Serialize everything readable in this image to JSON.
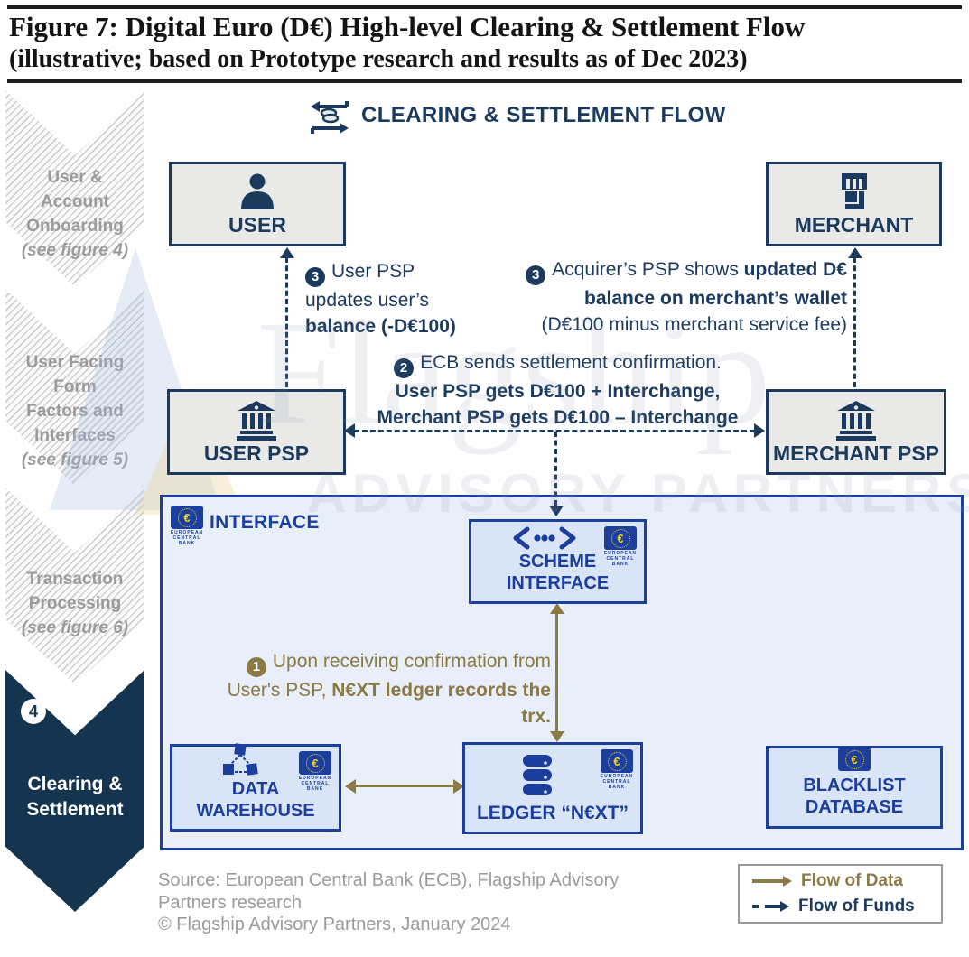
{
  "title": {
    "line1": "Figure 7: Digital Euro (D€) High-level Clearing & Settlement Flow",
    "line2": "(illustrative; based on Prototype research and results as of Dec 2023)"
  },
  "sidebar": {
    "steps": [
      {
        "lines": [
          "User &",
          "Account",
          "Onboarding"
        ],
        "note": "(see figure 4)"
      },
      {
        "lines": [
          "User Facing",
          "Form",
          "Factors and",
          "Interfaces"
        ],
        "note": "(see figure 5)"
      },
      {
        "lines": [
          "Transaction",
          "Processing"
        ],
        "note": "(see figure 6)"
      },
      {
        "number": "4",
        "lines": [
          "Clearing &",
          "Settlement"
        ]
      }
    ]
  },
  "flow_header": {
    "label": "CLEARING & SETTLEMENT FLOW"
  },
  "nodes": {
    "user": {
      "label": "USER"
    },
    "merchant": {
      "label": "MERCHANT"
    },
    "user_psp": {
      "label": "USER PSP"
    },
    "merchant_psp": {
      "label": "MERCHANT PSP"
    },
    "interface": {
      "label": "INTERFACE"
    },
    "scheme_interface": {
      "line1": "SCHEME",
      "line2": "INTERFACE"
    },
    "data_warehouse": {
      "line1": "DATA",
      "line2": "WAREHOUSE"
    },
    "ledger": {
      "label": "LEDGER “N€XT”"
    },
    "blacklist": {
      "line1": "BLACKLIST",
      "line2": "DATABASE"
    }
  },
  "ecb_logo": {
    "euro": "€",
    "line1": "EUROPEAN",
    "line2": "CENTRAL",
    "line3": "BANK"
  },
  "annotations": {
    "step3_user": {
      "badge": "3",
      "line1": "User PSP",
      "line2": "updates user’s",
      "line3_bold": "balance (-D€100)"
    },
    "step3_merchant": {
      "badge": "3",
      "line1_normal": "Acquirer’s PSP shows ",
      "line1_bold": "updated D€",
      "line2_bold": "balance on merchant’s wallet",
      "line3": "(D€100 minus merchant service fee)"
    },
    "step2": {
      "badge": "2",
      "line1": "ECB sends settlement confirmation.",
      "line2_bold": "User PSP gets D€100 + Interchange,",
      "line3_bold": "Merchant PSP gets D€100 – Interchange"
    },
    "step1": {
      "badge": "1",
      "line1": "Upon receiving confirmation from",
      "line2_normal": "User's PSP, ",
      "line2_bold": "N€XT ledger records the",
      "line3_bold": "trx."
    }
  },
  "legend": {
    "data_label": "Flow of Data",
    "funds_label": "Flow of Funds"
  },
  "footer": {
    "line1": "Source: European Central Bank (ECB), Flagship Advisory",
    "line2": "Partners research",
    "line3": "© Flagship Advisory Partners, January 2024"
  },
  "watermark": {
    "line1": "Flagship",
    "line2": "ADVISORY PARTNERS"
  },
  "colors": {
    "navy": "#1B3A5E",
    "royal_blue": "#1C3F9E",
    "olive": "#8B7A45",
    "panel_bg": "#E9EFF9",
    "dark_chevron": "#14344F"
  }
}
